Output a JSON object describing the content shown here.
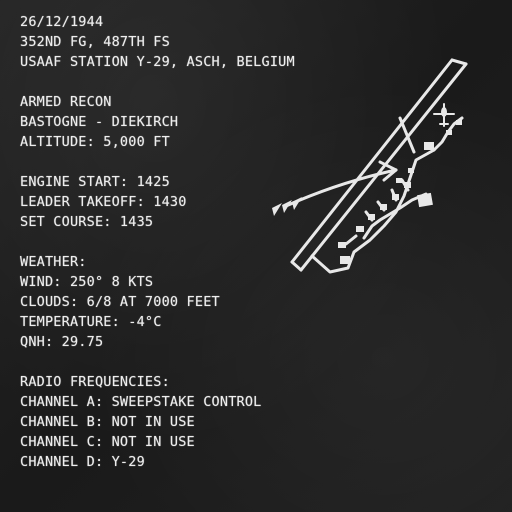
{
  "header": {
    "date": "26/12/1944",
    "unit": "352ND FG, 487TH FS",
    "station": "USAAF STATION Y-29, ASCH, BELGIUM"
  },
  "mission": {
    "type": "ARMED RECON",
    "route": "BASTOGNE - DIEKIRCH",
    "altitude": "ALTITUDE: 5,000 FT"
  },
  "schedule": {
    "engine_start": "ENGINE START: 1425",
    "leader_takeoff": "LEADER TAKEOFF: 1430",
    "set_course": "SET COURSE: 1435"
  },
  "weather": {
    "heading": "WEATHER:",
    "wind": "WIND: 250° 8 KTS",
    "clouds": "CLOUDS: 6/8 AT 7000 FEET",
    "temperature": "TEMPERATURE: -4°C",
    "qnh": "QNH: 29.75"
  },
  "radio": {
    "heading": "RADIO FREQUENCIES:",
    "channel_a": "CHANNEL A: SWEEPSTAKE CONTROL",
    "channel_b": "CHANNEL B: NOT IN USE",
    "channel_c": "CHANNEL C: NOT IN USE",
    "channel_d": "CHANNEL D: Y-29"
  },
  "colors": {
    "chalk": "#eeeeee",
    "board": "#1f1f1f"
  },
  "icons": {
    "map": "airfield-map-icon",
    "arrow": "runway-direction-arrow-icon",
    "aircraft": "aircraft-icon"
  }
}
